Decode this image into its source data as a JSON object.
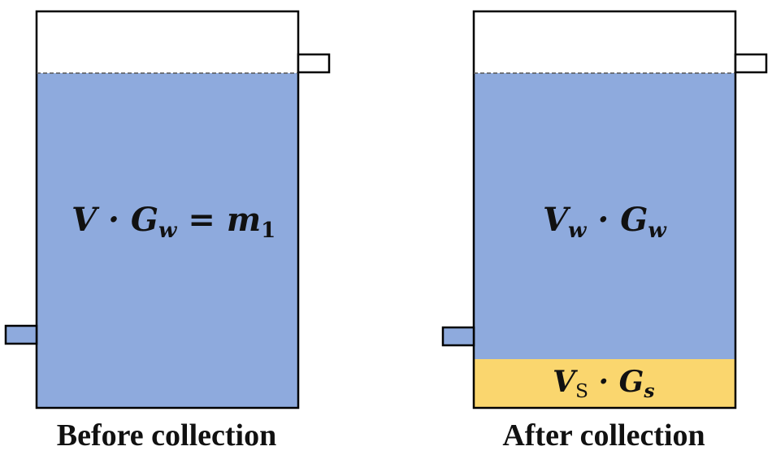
{
  "colors": {
    "water": "#8eaadd",
    "sediment": "#fad66e",
    "outline": "#000000"
  },
  "left_tank": {
    "equation": {
      "v": "V",
      "dot": "·",
      "g": "G",
      "g_sub": "w",
      "eq": "=",
      "m": "m",
      "m_sub": "1"
    },
    "caption": "Before collection"
  },
  "right_tank": {
    "water_label": {
      "v": "V",
      "v_sub": "w",
      "dot": "·",
      "g": "G",
      "g_sub": "w"
    },
    "sediment_label": {
      "v": "V",
      "v_sub": "S",
      "dot": "·",
      "g": "G",
      "g_sub": "s"
    },
    "caption": "After collection"
  }
}
